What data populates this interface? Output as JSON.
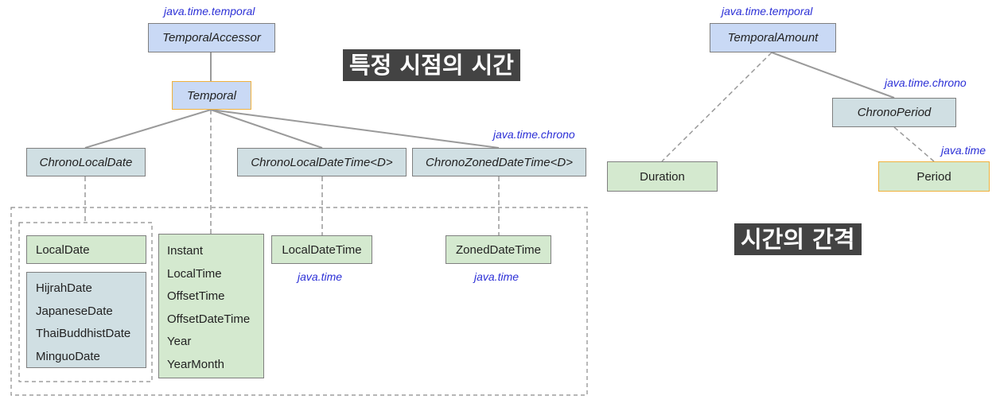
{
  "left_diagram": {
    "pkg_top": "java.time.temporal",
    "temporal_accessor": "TemporalAccessor",
    "temporal": "Temporal",
    "pkg_chrono": "java.time.chrono",
    "chrono_local_date": "ChronoLocalDate",
    "chrono_local_date_time": "ChronoLocalDateTime<D>",
    "chrono_zoned_date_time": "ChronoZonedDateTime<D>",
    "local_date": "LocalDate",
    "chrono_dates": [
      "HijrahDate",
      "JapaneseDate",
      "ThaiBuddhistDate",
      "MinguoDate"
    ],
    "temporal_impls": [
      "Instant",
      "LocalTime",
      "OffsetTime",
      "OffsetDateTime",
      "Year",
      "YearMonth"
    ],
    "local_date_time": "LocalDateTime",
    "pkg_local_date_time": "java.time",
    "zoned_date_time": "ZonedDateTime",
    "pkg_zoned_date_time": "java.time",
    "banner": "특정 시점의 시간"
  },
  "right_diagram": {
    "pkg_top": "java.time.temporal",
    "temporal_amount": "TemporalAmount",
    "pkg_chrono": "java.time.chrono",
    "chrono_period": "ChronoPeriod",
    "pkg_time": "java.time",
    "duration": "Duration",
    "period": "Period",
    "banner": "시간의 간격"
  },
  "colors": {
    "interface_fill": "#c9d9f5",
    "class_fill": "#d4e9cf",
    "chrono_fill": "#d0dfe3",
    "highlight_border": "#f0b13c",
    "package_text": "#2b2fd6",
    "banner_bg": "#434343"
  }
}
